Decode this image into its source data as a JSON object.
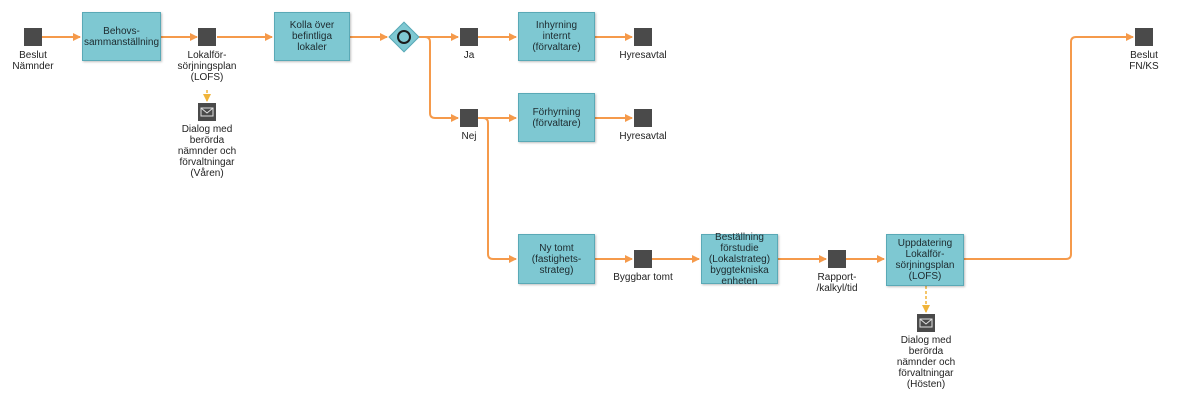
{
  "events": {
    "start": "Beslut\nNämnder",
    "lofs_1": "Lokalför-\nsörjningsplan\n(LOFS)",
    "ja": "Ja",
    "nej": "Nej",
    "hyresavtal_1": "Hyresavtal",
    "hyresavtal_2": "Hyresavtal",
    "byggbar_tomt": "Byggbar tomt",
    "rapport": "Rapport-\n/kalkyl/tid",
    "end": "Beslut FN/KS"
  },
  "tasks": {
    "behovs": "Behovs-\nsammanställning",
    "kolla": "Kolla över\nbefintliga\nlokaler",
    "inhyrning": "Inhyrning\ninternt\n(förvaltare)",
    "forhyrning": "Förhyrning\n(förvaltare)",
    "ny_tomt": "Ny tomt\n(fastighets-\nstrateg)",
    "bestallning": "Beställning\nförstudie\n(Lokalstrateg)\nbyggtekniska\nenheten",
    "uppdatering": "Uppdatering\nLokalför-\nsörjningsplan\n(LOFS)"
  },
  "messages": {
    "dialog_varen": "Dialog med\nberörda\nnämnder och\nförvaltningar\n(Våren)",
    "dialog_hosten": "Dialog med\nberörda\nnämnder och\nförvaltningar\n(Hösten)"
  },
  "colors": {
    "flow": "#f59a4b",
    "task_fill": "#7ec8d2",
    "event_fill": "#4a4a4a",
    "message_flow": "#f0b43a"
  }
}
